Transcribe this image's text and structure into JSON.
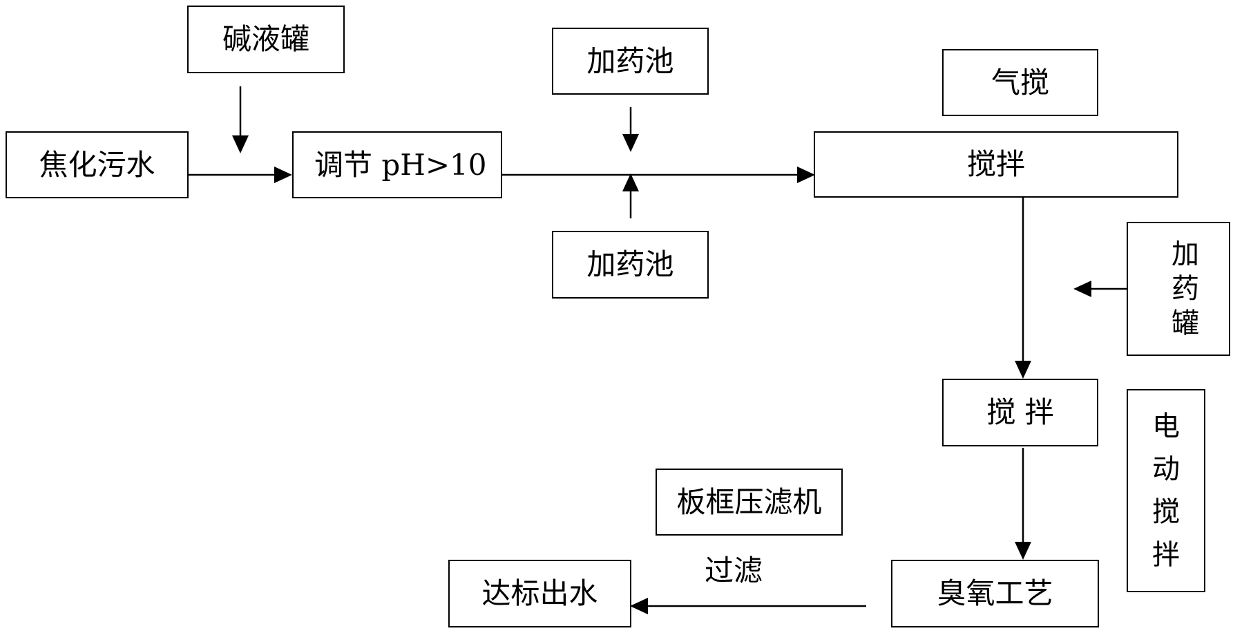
{
  "nodes": {
    "coking_wastewater": "焦化污水",
    "alkali_tank": "碱液罐",
    "adjust_ph": "调节 pH>10",
    "dosing_pool_top": "加药池",
    "dosing_pool_bottom": "加药池",
    "air_stir": "气搅",
    "stir_1": "搅拌",
    "dosing_tank": "加药罐",
    "stir_2": "搅 拌",
    "electric_stir": "电动搅拌",
    "plate_frame_filter": "板框压滤机",
    "ozone_process": "臭氧工艺",
    "discharge": "达标出水"
  },
  "edges": {
    "filter_label": "过滤"
  }
}
